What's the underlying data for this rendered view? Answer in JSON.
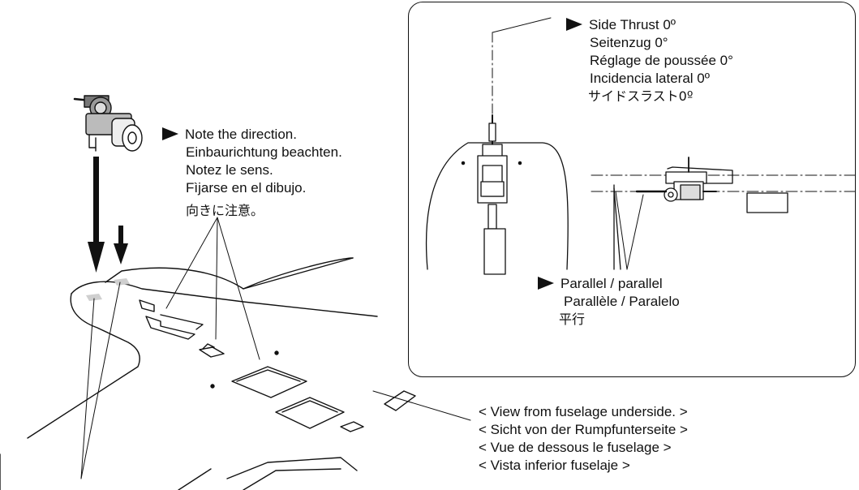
{
  "note_direction": {
    "lines": [
      "Note the direction.",
      "Einbaurichtung beachten.",
      "Notez le sens.",
      "Fìjarse en el dibujo."
    ],
    "japanese": "向きに注意。"
  },
  "side_thrust": {
    "lines": [
      "Side Thrust 0º",
      "Seitenzug 0°",
      "Réglage de poussée 0°",
      "Incidencia lateral 0º",
      "サイドスラスト0º"
    ]
  },
  "parallel": {
    "lines": [
      "Parallel / parallel",
      "Parallèle / Paralelo",
      "平行"
    ]
  },
  "view_note": {
    "lines": [
      "< View from fuselage underside. >",
      "< Sicht von der Rumpfunterseite >",
      "< Vue de dessous le fuselage >",
      "< Vista inferior fuselaje >"
    ]
  },
  "icons": {
    "pointer": "right-triangle-arrow-icon",
    "motor": "motor-gearbox-icon",
    "down_arrow": "down-arrow-icon"
  },
  "colors": {
    "ink": "#111111",
    "tape": "#cfcfcf",
    "background": "#ffffff"
  }
}
